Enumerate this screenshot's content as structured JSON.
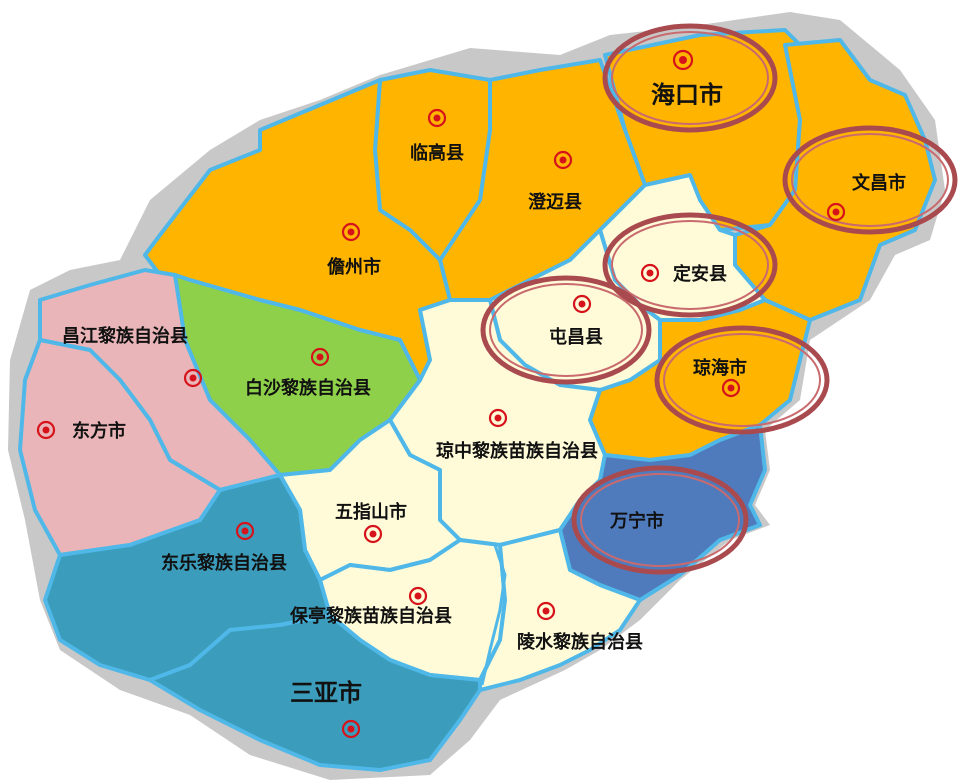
{
  "colors": {
    "yellow": "#ffb400",
    "cream": "#fffbd8",
    "green": "#8ed04a",
    "pink": "#e9b5b8",
    "teal": "#3b9dbb",
    "blue": "#4f7bbd",
    "border": "#4fb8e8",
    "shadow": "#c8c8c8",
    "marker": "#d6131b",
    "highlight_ring": "#a94a4f"
  },
  "labels": {
    "haikou": "海口市",
    "lingao": "临高县",
    "chengmai": "澄迈县",
    "wenchang": "文昌市",
    "danzhou": "儋州市",
    "dingan": "定安县",
    "tunchang": "屯昌县",
    "changjiang": "昌江黎族自治县",
    "baisha": "白沙黎族自治县",
    "qionghai": "琼海市",
    "dongfang": "东方市",
    "qiongzhong": "琼中黎族苗族自治县",
    "wanning": "万宁市",
    "wuzhishan": "五指山市",
    "ledong": "东乐黎族自治县",
    "baoting": "保亭黎族苗族自治县",
    "lingshui": "陵水黎族自治县",
    "sanya": "三亚市"
  },
  "highlighted_regions": [
    "海口市",
    "文昌市",
    "定安县",
    "屯昌县",
    "琼海市",
    "万宁市"
  ],
  "icons": {
    "city_marker": "city-marker-icon",
    "highlight_circle": "highlight-circle-icon"
  }
}
